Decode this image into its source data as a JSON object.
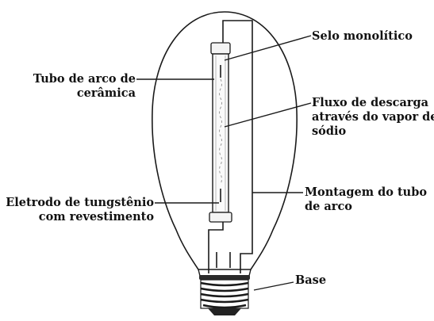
{
  "diagram": {
    "labels": {
      "selo": [
        "Selo monolítico"
      ],
      "tubo_arco": [
        "Tubo de arco de",
        "cerâmica"
      ],
      "fluxo": [
        "Fluxo de descarga",
        "através do vapor de",
        "sódio"
      ],
      "eletrodo": [
        "Eletrodo de tungstênio",
        "com revestimento"
      ],
      "montagem": [
        "Montagem do tubo",
        "de arco"
      ],
      "base": [
        "Base"
      ]
    }
  }
}
